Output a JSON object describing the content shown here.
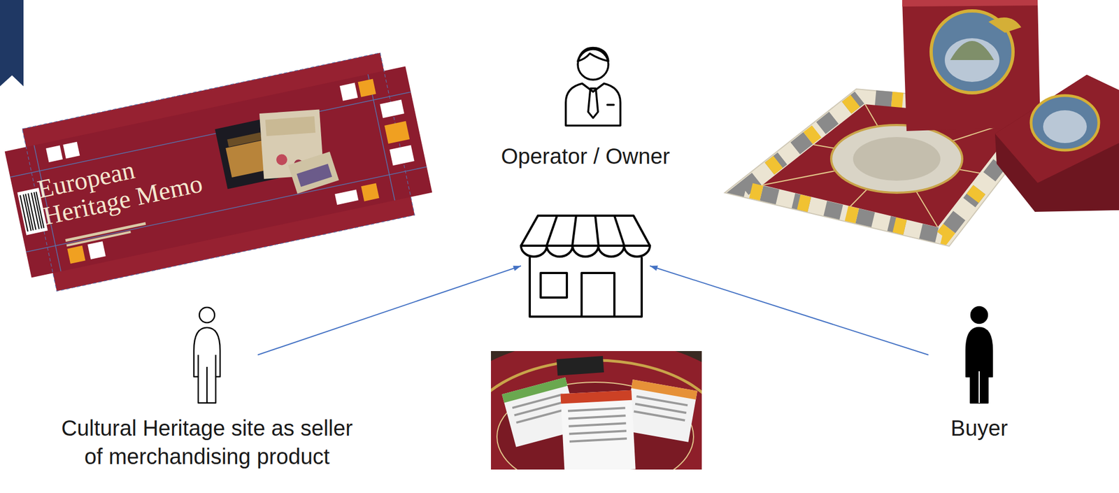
{
  "diagram": {
    "nodes": [
      {
        "text": [
          "Cultural Heritage site as seller of merchandising product"
        ]
      },
      {
        "text": [
          "Operator / Owner"
        ]
      },
      {
        "text": [
          "Buyer"
        ]
      }
    ],
    "edges": [
      {
        "from": 0,
        "to": 1,
        "arrow": "to"
      },
      {
        "from": 2,
        "to": 1,
        "arrow": "to"
      }
    ],
    "labels": [
      "European Heritage Memo"
    ]
  }
}
